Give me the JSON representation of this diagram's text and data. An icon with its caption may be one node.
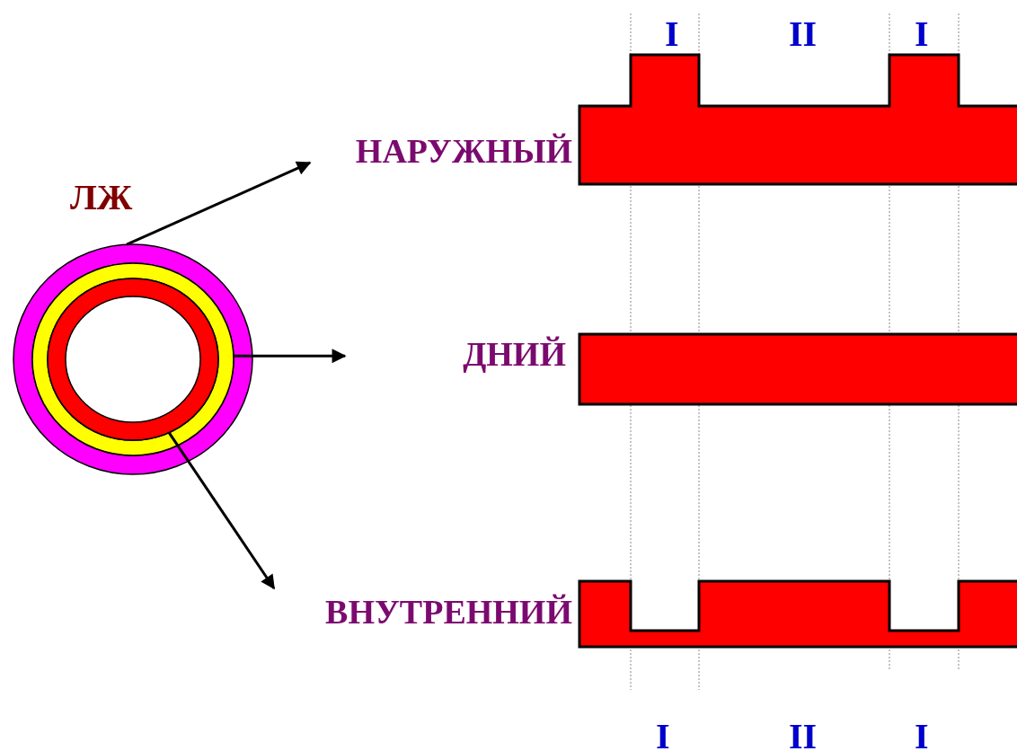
{
  "diagram": {
    "nodes": [
      {
        "text": [],
        "shape": "circle",
        "beside": [
          "ЛЖ"
        ]
      },
      {
        "text": [],
        "shape": "circle",
        "in": 0
      },
      {
        "text": [],
        "shape": "circle",
        "in": 1
      },
      {
        "text": [
          "НАРУЖНЫЙ"
        ]
      },
      {
        "text": [
          "ДНИЙ"
        ]
      },
      {
        "text": [
          "ВНУТРЕННИЙ"
        ]
      }
    ],
    "edges": [
      {
        "from": 0,
        "to": 3,
        "arrow": "to"
      },
      {
        "from": 1,
        "to": null,
        "arrow": "to"
      },
      {
        "from": 2,
        "to": 5,
        "arrow": "to"
      }
    ],
    "labels": [
      "I",
      "II",
      "I",
      "I",
      "II",
      "I"
    ]
  }
}
